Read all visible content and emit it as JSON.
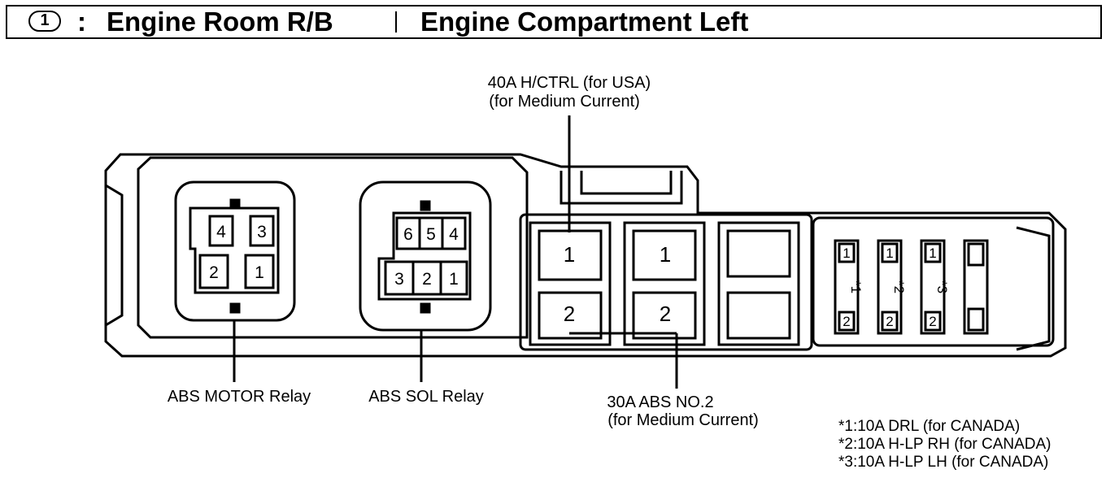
{
  "header": {
    "number": "1",
    "colon": ":",
    "title": "Engine Room R/B",
    "location": "Engine Compartment Left"
  },
  "labels": {
    "top_line1": "40A H/CTRL (for USA)",
    "top_line2": "(for Medium Current)",
    "abs_motor": "ABS MOTOR Relay",
    "abs_sol": "ABS SOL Relay",
    "abs_no2_line1": "30A ABS NO.2",
    "abs_no2_line2": "(for Medium Current)"
  },
  "motor_relay_pins": [
    "4",
    "3",
    "2",
    "1"
  ],
  "sol_relay_pins": [
    "6",
    "5",
    "4",
    "3",
    "2",
    "1"
  ],
  "medium_fuses": [
    {
      "top": "1",
      "bottom": "2"
    },
    {
      "top": "1",
      "bottom": "2"
    }
  ],
  "mini_fuses": [
    {
      "top": "1",
      "mark": "*1",
      "bottom": "2"
    },
    {
      "top": "1",
      "mark": "*2",
      "bottom": "2"
    },
    {
      "top": "1",
      "mark": "*3",
      "bottom": "2"
    }
  ],
  "notes": [
    "*1:10A DRL (for CANADA)",
    "*2:10A H-LP RH (for CANADA)",
    "*3:10A H-LP LH (for CANADA)"
  ]
}
